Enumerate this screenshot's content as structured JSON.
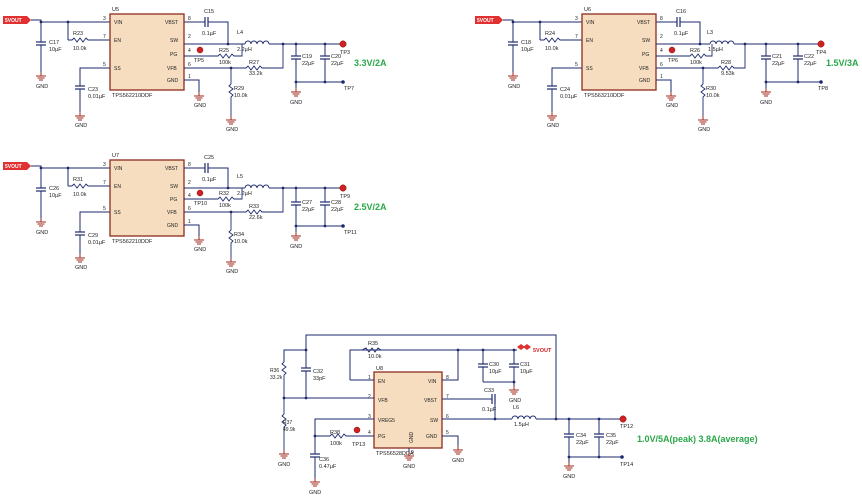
{
  "colors": {
    "wire": "#1e2a6e",
    "chip_fill": "#f6ddc0",
    "chip_border": "#8b2c1c",
    "ground": "#a02418",
    "testpoint": "#d02020",
    "note": "#2aa84a"
  },
  "rail_label": "5VOUT",
  "gnd_label": "GND",
  "u5": {
    "ref": "U5",
    "part": "TPS562210DDF",
    "pins": {
      "vin": "VIN",
      "en": "EN",
      "ss": "SS",
      "vbst": "VBST",
      "sw": "SW",
      "pg": "PG",
      "vfb": "VFB",
      "gnd": "GND"
    },
    "pin_nums": {
      "vin": "3",
      "en": "7",
      "ss": "5",
      "vbst": "8",
      "sw": "2",
      "pg": "4",
      "vfb": "6",
      "gnd": "1"
    },
    "c_in": {
      "ref": "C17",
      "val": "10µF"
    },
    "r_en": {
      "ref": "R23",
      "val": "10.0k"
    },
    "c_ss": {
      "ref": "C23",
      "val": "0.01µF"
    },
    "c_bst": {
      "ref": "C15",
      "val": "0.1µF"
    },
    "ind": {
      "ref": "L4",
      "val": "2.2µH"
    },
    "r_pg": {
      "ref": "R25",
      "val": "100k"
    },
    "r_top": {
      "ref": "R27",
      "val": "33.2k"
    },
    "r_bot": {
      "ref": "R29",
      "val": "10.0k"
    },
    "c_out1": {
      "ref": "C19",
      "val": "22µF"
    },
    "c_out2": {
      "ref": "C20",
      "val": "22µF"
    },
    "tp_pg": "TP5",
    "tp_out": "TP3",
    "tp_gnd": "TP7",
    "note": "3.3V/2A"
  },
  "u6": {
    "ref": "U6",
    "part": "TPS563210DDF",
    "pins": {
      "vin": "VIN",
      "en": "EN",
      "ss": "SS",
      "vbst": "VBST",
      "sw": "SW",
      "pg": "PG",
      "vfb": "VFB",
      "gnd": "GND"
    },
    "pin_nums": {
      "vin": "3",
      "en": "7",
      "ss": "5",
      "vbst": "8",
      "sw": "2",
      "pg": "4",
      "vfb": "6",
      "gnd": "1"
    },
    "c_in": {
      "ref": "C18",
      "val": "10µF"
    },
    "r_en": {
      "ref": "R24",
      "val": "10.0k"
    },
    "c_ss": {
      "ref": "C24",
      "val": "0.01µF"
    },
    "c_bst": {
      "ref": "C16",
      "val": "0.1µF"
    },
    "ind": {
      "ref": "L3",
      "val": "1.5µH"
    },
    "r_pg": {
      "ref": "R26",
      "val": "100k"
    },
    "r_top": {
      "ref": "R28",
      "val": "9.53k"
    },
    "r_bot": {
      "ref": "R30",
      "val": "10.0k"
    },
    "c_out1": {
      "ref": "C21",
      "val": "22µF"
    },
    "c_out2": {
      "ref": "C22",
      "val": "22µF"
    },
    "tp_pg": "TP6",
    "tp_out": "TP4",
    "tp_gnd": "TP8",
    "note": "1.5V/3A"
  },
  "u7": {
    "ref": "U7",
    "part": "TPS562210DDF",
    "pins": {
      "vin": "VIN",
      "en": "EN",
      "ss": "SS",
      "vbst": "VBST",
      "sw": "SW",
      "pg": "PG",
      "vfb": "VFB",
      "gnd": "GND"
    },
    "pin_nums": {
      "vin": "3",
      "en": "7",
      "ss": "5",
      "vbst": "8",
      "sw": "2",
      "pg": "4",
      "vfb": "6",
      "gnd": "1"
    },
    "c_in": {
      "ref": "C26",
      "val": "10µF"
    },
    "r_en": {
      "ref": "R31",
      "val": "10.0k"
    },
    "c_ss": {
      "ref": "C29",
      "val": "0.01µF"
    },
    "c_bst": {
      "ref": "C25",
      "val": "0.1µF"
    },
    "ind": {
      "ref": "L5",
      "val": "2.2µH"
    },
    "r_pg": {
      "ref": "R32",
      "val": "100k"
    },
    "r_top": {
      "ref": "R33",
      "val": "22.6k"
    },
    "r_bot": {
      "ref": "R34",
      "val": "10.0k"
    },
    "c_out1": {
      "ref": "C27",
      "val": "22µF"
    },
    "c_out2": {
      "ref": "C28",
      "val": "22µF"
    },
    "tp_pg": "TP10",
    "tp_out": "TP9",
    "tp_gnd": "TP11",
    "note": "2.5V/2A"
  },
  "u8": {
    "ref": "U8",
    "part": "TPS56528DDA",
    "pins": {
      "en": "EN",
      "vfb": "VFB",
      "vreg5": "VREG5",
      "pg": "PG",
      "vin": "VIN",
      "vbst": "VBST",
      "sw": "SW",
      "gnd": "GND",
      "gnd_bottom": "GND"
    },
    "pin_nums": {
      "en": "1",
      "vfb": "2",
      "vreg5": "3",
      "pg": "4",
      "vin": "8",
      "vbst": "7",
      "sw": "6",
      "gnd": "5",
      "gnd_bottom": "9"
    },
    "r_en": {
      "ref": "R35",
      "val": "10.0k"
    },
    "c_in1": {
      "ref": "C30",
      "val": "10µF"
    },
    "c_in2": {
      "ref": "C31",
      "val": "10µF"
    },
    "c_bst": {
      "ref": "C33",
      "val": "0.1µF"
    },
    "ind": {
      "ref": "L6",
      "val": "1.5µH"
    },
    "r_top": {
      "ref": "R36",
      "val": "33.2k"
    },
    "c_ff": {
      "ref": "C32",
      "val": "33pF"
    },
    "r_bot": {
      "ref": "R37",
      "val": "49.9k"
    },
    "r_pg": {
      "ref": "R38",
      "val": "100k"
    },
    "c_vreg": {
      "ref": "C36",
      "val": "0.47µF"
    },
    "c_out1": {
      "ref": "C34",
      "val": "22µF"
    },
    "c_out2": {
      "ref": "C35",
      "val": "22µF"
    },
    "tp_pg": "TP13",
    "tp_out": "TP12",
    "tp_gnd": "TP14",
    "note": "1.0V/5A(peak) 3.8A(average)"
  }
}
